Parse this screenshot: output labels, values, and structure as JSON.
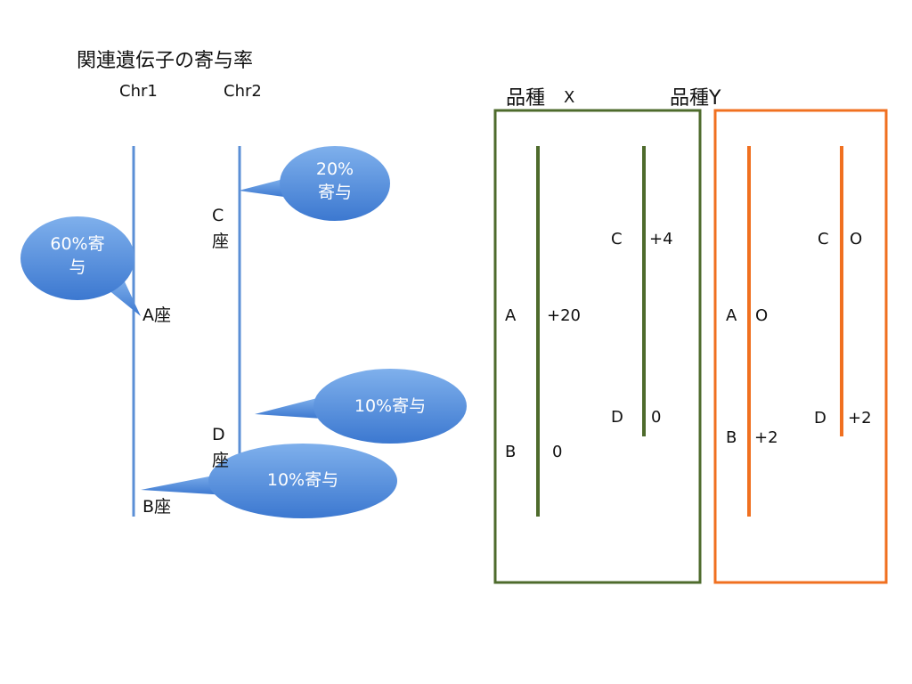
{
  "title": "関連遺伝子の寄与率",
  "chromosomes": {
    "chr1": "Chr1",
    "chr2": "Chr2"
  },
  "loci_left": {
    "a": "A座",
    "b": "B座",
    "c_letter": "C",
    "c_suffix": "座",
    "d_letter": "D",
    "d_suffix": "座"
  },
  "bubbles": {
    "a_line1": "60%寄",
    "a_line2": "与",
    "c_line1": "20%",
    "c_line2": "寄与",
    "d": "10%寄与",
    "b": "10%寄与"
  },
  "variety_x": {
    "heading_name": "品種",
    "heading_letter": "X",
    "a_label": "A",
    "a_value": "+20",
    "b_label": "B",
    "b_value": "0",
    "c_label": "C",
    "c_value": "+4",
    "d_label": "D",
    "d_value": "0"
  },
  "variety_y": {
    "heading": "品種Y",
    "a_label": "A",
    "a_value": "O",
    "b_label": "B",
    "b_value": "+2",
    "c_label": "C",
    "c_value": "O",
    "d_label": "D",
    "d_value": "+2"
  },
  "colors": {
    "blue_line": "#5b8fd6",
    "bubble": "#4a86d8",
    "green": "#4e6b2c",
    "orange": "#f07020"
  }
}
